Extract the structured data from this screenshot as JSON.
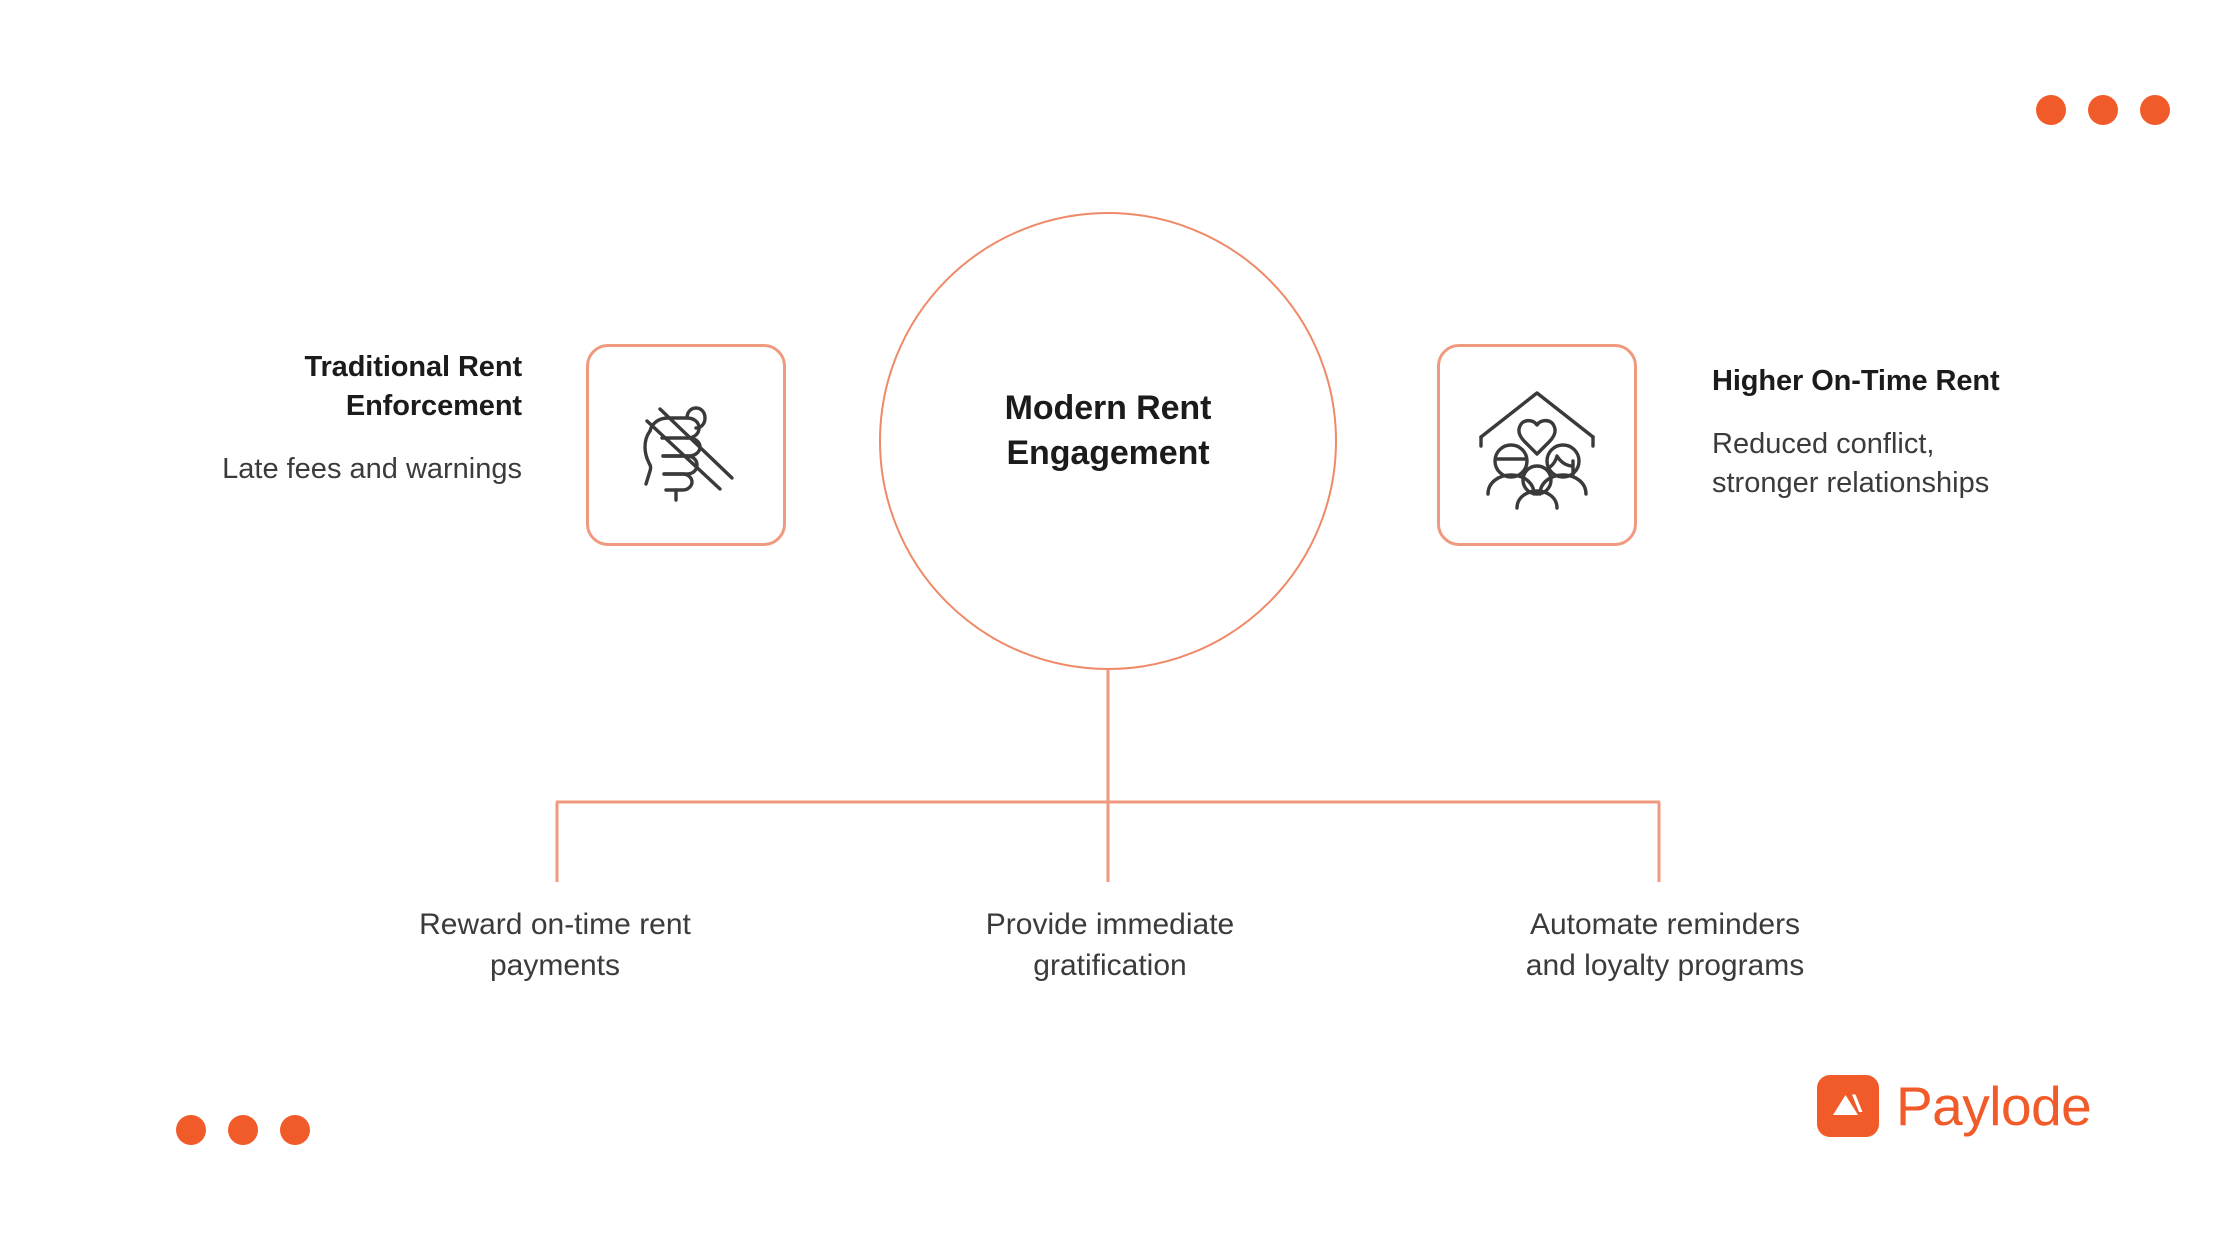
{
  "slide": {
    "background_color": "#ffffff",
    "accent_color": "#F15A29",
    "line_color": "#ef9a7e",
    "text_color": "#1b1b1b"
  },
  "center_node": {
    "label": "Modern Rent\nEngagement",
    "shape": "circle"
  },
  "left_panel": {
    "title": "Traditional Rent\nEnforcement",
    "subtitle": "Late fees and warnings",
    "icon_name": "blocked-hand-icon"
  },
  "right_panel": {
    "title": "Higher On-Time Rent",
    "subtitle": "Reduced conflict,\nstronger relationships",
    "icon_name": "family-home-heart-icon"
  },
  "branches": [
    {
      "label": "Reward on-time rent\npayments"
    },
    {
      "label": "Provide immediate\ngratification"
    },
    {
      "label": "Automate reminders\nand loyalty programs"
    }
  ],
  "decor": {
    "top_right_dots": [
      "dot",
      "dot",
      "dot"
    ],
    "bottom_left_dots": [
      "dot",
      "dot",
      "dot"
    ]
  },
  "brand": {
    "name": "Paylode",
    "mark_name": "paylode-triangle-logo-mark",
    "color": "#F15A29"
  }
}
